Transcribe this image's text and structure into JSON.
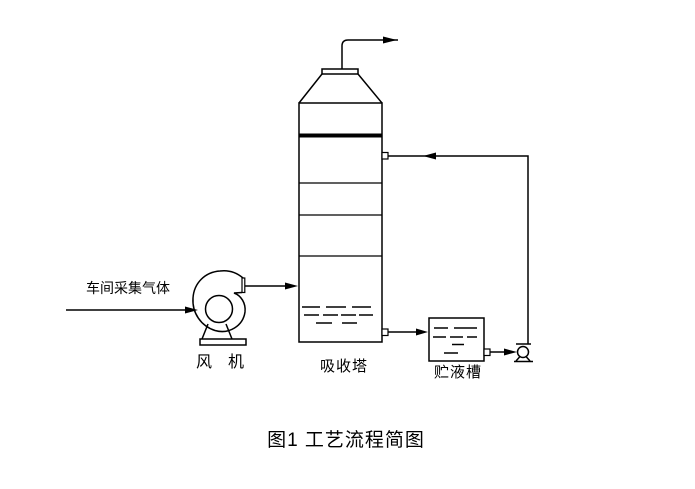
{
  "diagram": {
    "caption": "图1 工艺流程简图",
    "labels": {
      "inlet_gas": "车间采集气体",
      "fan": "风　机",
      "tower": "吸收塔",
      "tank": "贮液槽"
    },
    "icons": {
      "fan": "centrifugal-fan-symbol",
      "pump": "pump-symbol",
      "tower": "absorption-tower-symbol",
      "tank": "liquid-tank-symbol"
    },
    "colors": {
      "line": "#000000",
      "background": "#ffffff"
    }
  }
}
